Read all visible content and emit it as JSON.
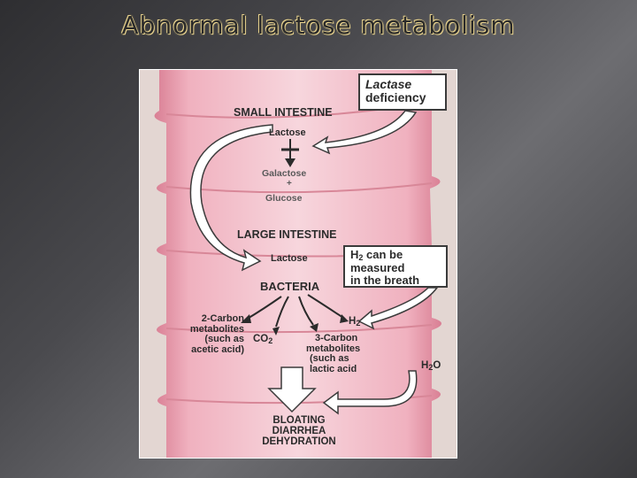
{
  "slide": {
    "title": "Abnormal lactose metabolism"
  },
  "diagram": {
    "callout_deficiency": {
      "line1": "Lactase",
      "line2": "deficiency"
    },
    "small_intestine": "SMALL INTESTINE",
    "lactose_top": "Lactose",
    "galactose": "Galactose",
    "plus": "+",
    "glucose": "Glucose",
    "large_intestine": "LARGE INTESTINE",
    "lactose_bottom": "Lactose",
    "bacteria": "BACTERIA",
    "callout_h2": {
      "line1_prefix": "H",
      "line1_sub": "2",
      "line1_suffix": " can be",
      "line2": "measured",
      "line3": "in the breath"
    },
    "two_carbon": {
      "line1": "2-Carbon",
      "line2": "metabolites",
      "line3": "(such as",
      "line4": "acetic acid)"
    },
    "co2": {
      "prefix": "CO",
      "sub": "2"
    },
    "three_carbon": {
      "line1": "3-Carbon",
      "line2": "metabolites",
      "line3": "(such as",
      "line4": "lactic acid"
    },
    "h2": {
      "prefix": "H",
      "sub": "2"
    },
    "h2o": {
      "prefix": "H",
      "sub": "2",
      "suffix": "O"
    },
    "outcomes": {
      "line1": "BLOATING",
      "line2": "DIARRHEA",
      "line3": "DEHYDRATION"
    },
    "colors": {
      "tissue": "#eea8b6",
      "tissue_light": "#f6d2d9",
      "background": "#e2d5d2",
      "arrow": "#ffffff",
      "outline": "#3b3b3b"
    }
  }
}
